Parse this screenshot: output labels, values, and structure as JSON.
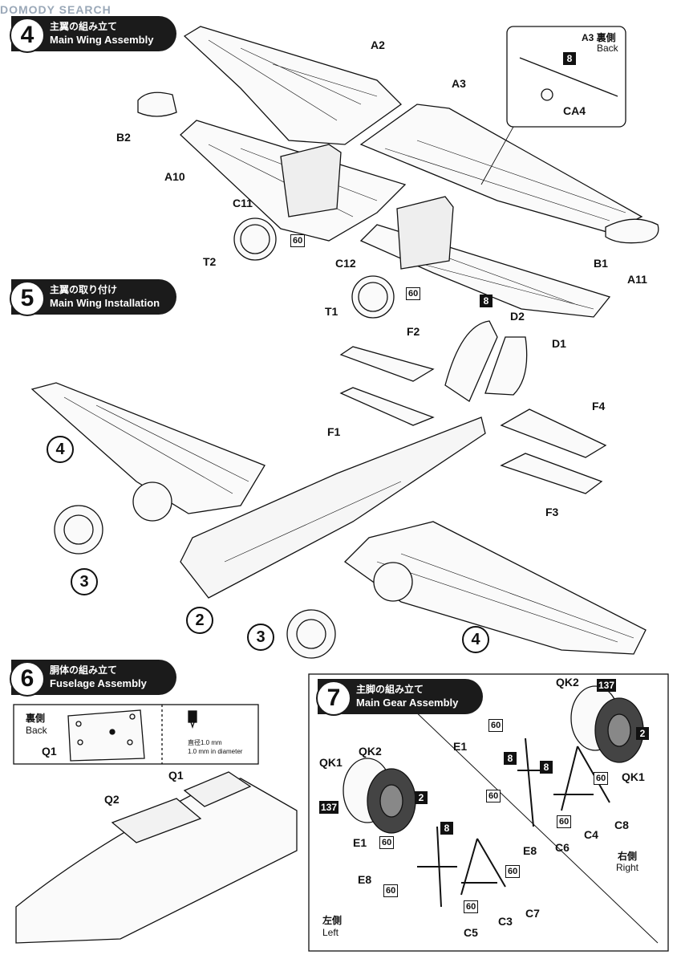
{
  "watermark": "DOMODY SEARCH",
  "steps": [
    {
      "num": "4",
      "jp": "主翼の組み立て",
      "en": "Main Wing Assembly"
    },
    {
      "num": "5",
      "jp": "主翼の取り付け",
      "en": "Main Wing Installation"
    },
    {
      "num": "6",
      "jp": "胴体の組み立て",
      "en": "Fuselage Assembly"
    },
    {
      "num": "7",
      "jp": "主脚の組み立て",
      "en": "Main Gear Assembly"
    }
  ],
  "step4": {
    "parts": [
      "A2",
      "A3",
      "B2",
      "A10",
      "C11",
      "T2",
      "C12",
      "T1",
      "B1",
      "A11",
      "CA4"
    ],
    "inset_title_jp": "A3 裏側",
    "inset_title_en": "Back",
    "badge8": "8",
    "box60": "60"
  },
  "step5": {
    "parts": [
      "F2",
      "D2",
      "D1",
      "F1",
      "F4",
      "F3"
    ],
    "refs": [
      "4",
      "3",
      "2",
      "3",
      "4"
    ]
  },
  "step6": {
    "back_jp": "裏側",
    "back_en": "Back",
    "q1": "Q1",
    "drill_jp": "直径1.0 mm",
    "drill_en": "1.0 mm in diameter",
    "parts": [
      "Q1",
      "Q2"
    ]
  },
  "step7": {
    "right_parts": [
      "QK2",
      "E1",
      "E8",
      "C6",
      "C4",
      "C8",
      "QK1"
    ],
    "left_parts": [
      "QK1",
      "QK2",
      "E1",
      "E8",
      "C5",
      "C3",
      "C7"
    ],
    "badge137": "137",
    "badge2": "2",
    "badge8": "8",
    "box60": "60",
    "right_jp": "右側",
    "right_en": "Right",
    "left_jp": "左側",
    "left_en": "Left"
  }
}
